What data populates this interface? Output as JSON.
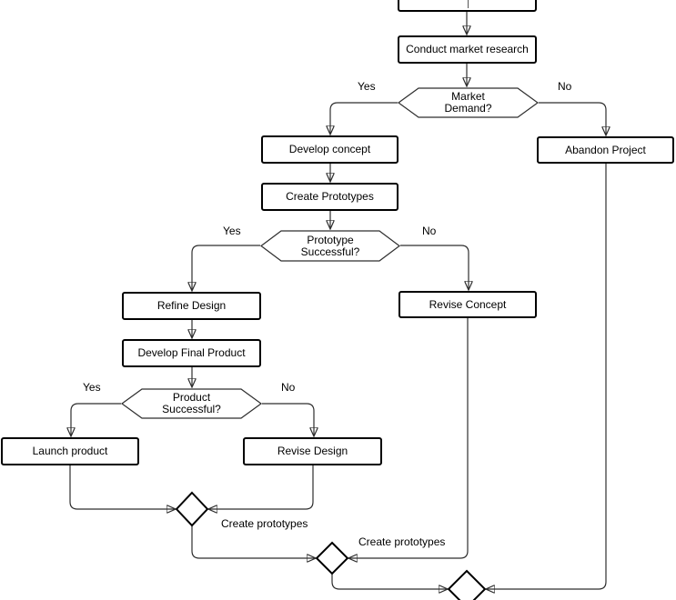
{
  "colors": {
    "background": "#ffffff",
    "shape_fill": "#ffffff",
    "shape_stroke": "#000000",
    "connector_stroke": "#2e2e2e",
    "text": "#000000"
  },
  "nodes": {
    "conduct_market_research": {
      "label": "Conduct market research"
    },
    "market_demand": {
      "line1": "Market",
      "line2": "Demand?"
    },
    "develop_concept": {
      "label": "Develop concept"
    },
    "abandon_project": {
      "label": "Abandon Project"
    },
    "create_prototypes": {
      "label": "Create Prototypes"
    },
    "prototype_successful": {
      "line1": "Prototype",
      "line2": "Successful?"
    },
    "refine_design": {
      "label": "Refine Design"
    },
    "revise_concept": {
      "label": "Revise Concept"
    },
    "develop_final_product": {
      "label": "Develop Final Product"
    },
    "product_successful": {
      "line1": "Product",
      "line2": "Successful?"
    },
    "launch_product": {
      "label": "Launch product"
    },
    "revise_design": {
      "label": "Revise Design"
    }
  },
  "edge_labels": {
    "market_yes": "Yes",
    "market_no": "No",
    "prototype_yes": "Yes",
    "prototype_no": "No",
    "product_yes": "Yes",
    "product_no": "No",
    "to_create_prototypes_1": "Create prototypes",
    "to_create_prototypes_2": "Create prototypes"
  }
}
